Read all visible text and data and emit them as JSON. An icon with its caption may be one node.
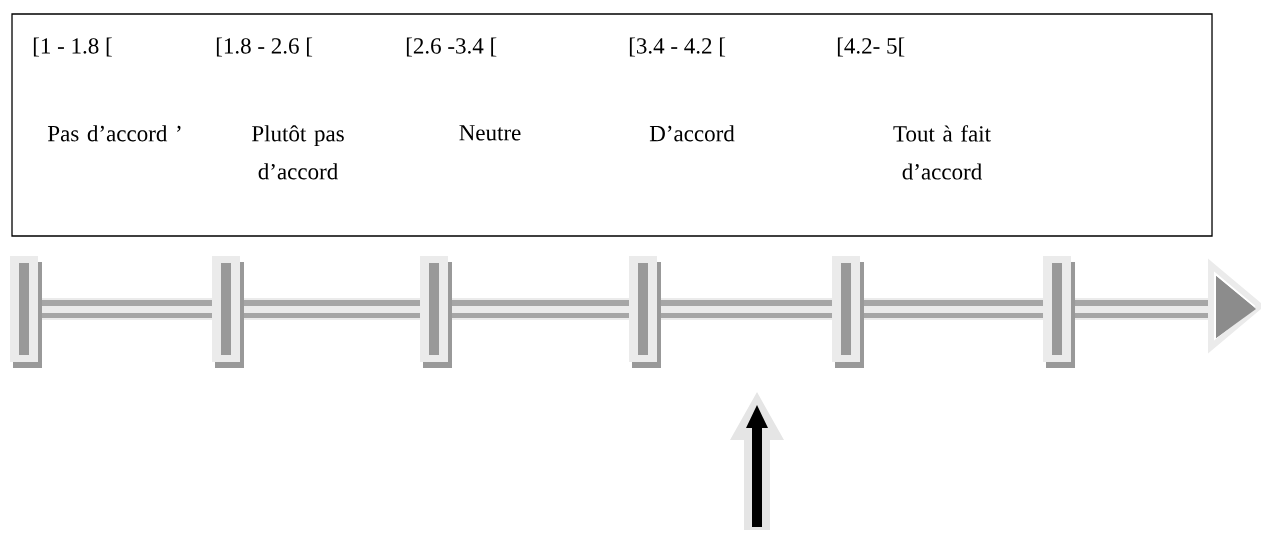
{
  "diagram": {
    "nodes": [
      {
        "text": [
          "[1 - 1.8 [",
          "[1.8 - 2.6 [",
          "[2.6 -3.4 [",
          "[3.4 - 4.2 [",
          "[4.2- 5[",
          "Pas d’accord ’",
          "Plutôt pas d’accord",
          "Neutre",
          "D’accord",
          "Tout à fait d’accord"
        ]
      }
    ]
  }
}
